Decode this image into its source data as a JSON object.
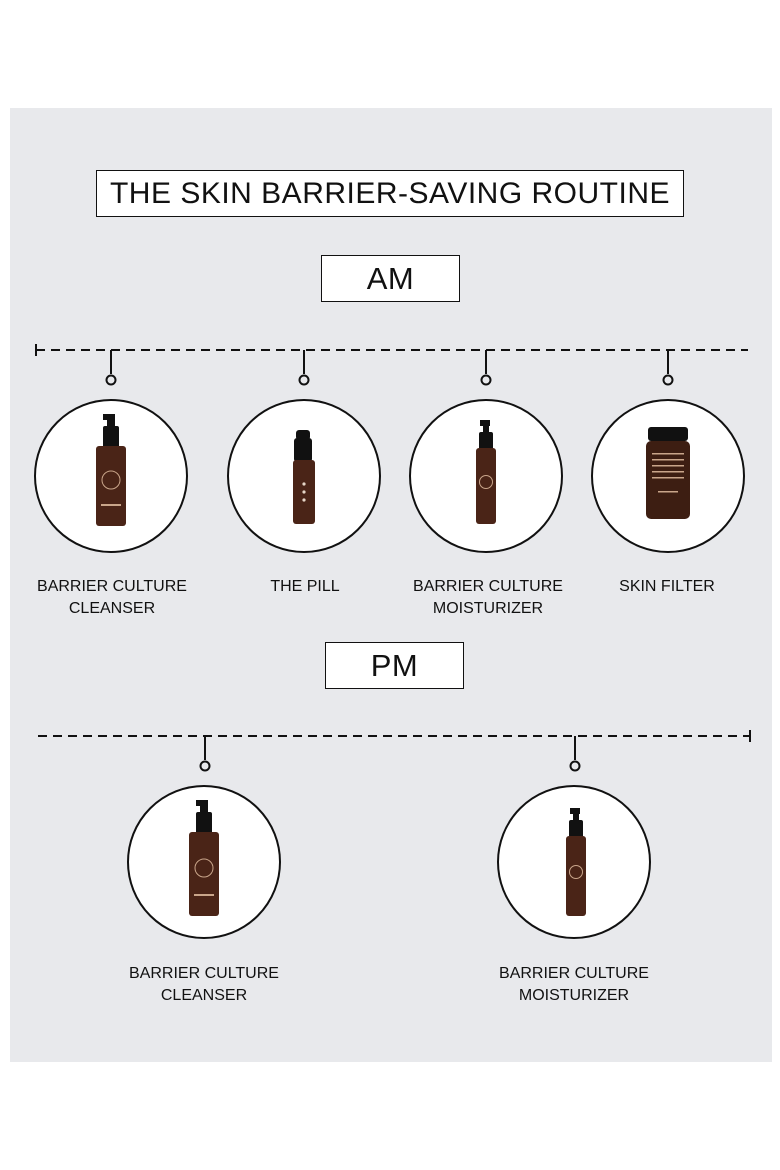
{
  "title": "THE SKIN BARRIER-SAVING ROUTINE",
  "am": {
    "label": "AM",
    "products": [
      {
        "line1": "BARRIER CULTURE",
        "line2": "CLEANSER",
        "icon": "cleanser-bottle-icon"
      },
      {
        "line1": "THE PILL",
        "line2": "",
        "icon": "pill-serum-bottle-icon"
      },
      {
        "line1": "BARRIER CULTURE",
        "line2": "MOISTURIZER",
        "icon": "moisturizer-bottle-icon"
      },
      {
        "line1": "SKIN FILTER",
        "line2": "",
        "icon": "supplement-jar-icon"
      }
    ]
  },
  "pm": {
    "label": "PM",
    "products": [
      {
        "line1": "BARRIER CULTURE",
        "line2": "CLEANSER",
        "icon": "cleanser-bottle-icon"
      },
      {
        "line1": "BARRIER CULTURE",
        "line2": "MOISTURIZER",
        "icon": "moisturizer-bottle-icon"
      }
    ]
  },
  "colors": {
    "panel": "#e8e9ec",
    "bottle": "#4a2417",
    "cap": "#111111",
    "outline": "#111111"
  }
}
